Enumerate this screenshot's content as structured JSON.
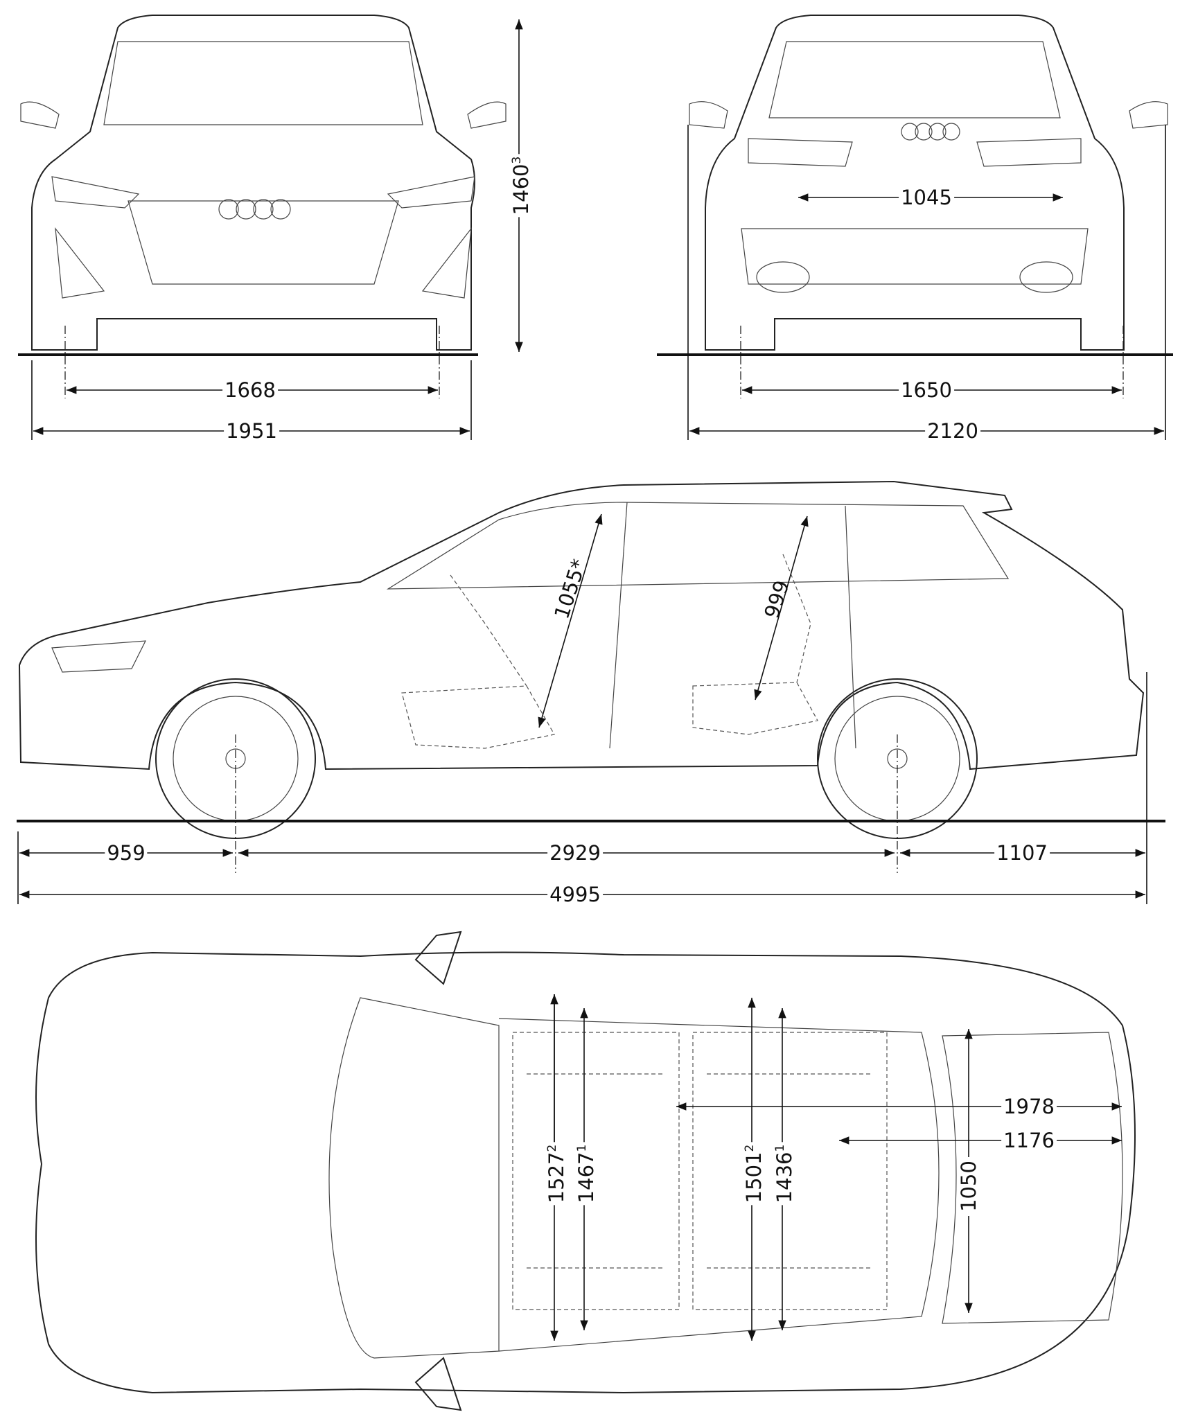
{
  "front_view": {
    "height": "1460",
    "height_note": "3",
    "front_track": "1668",
    "width": "1951"
  },
  "rear_view": {
    "loading_width": "1045",
    "rear_track": "1650",
    "width_mirrors": "2120"
  },
  "side_view": {
    "front_overhang": "959",
    "wheelbase": "2929",
    "rear_overhang": "1107",
    "length": "4995",
    "front_headroom": "1055*",
    "rear_headroom": "999"
  },
  "top_view": {
    "front_elbow_width": "1527",
    "front_elbow_note": "2",
    "front_shoulder_width": "1467",
    "front_shoulder_note": "1",
    "rear_elbow_width": "1501",
    "rear_elbow_note": "2",
    "rear_shoulder_width": "1436",
    "rear_shoulder_note": "1",
    "load_length_folded": "1978",
    "load_length": "1176",
    "load_width": "1050"
  }
}
